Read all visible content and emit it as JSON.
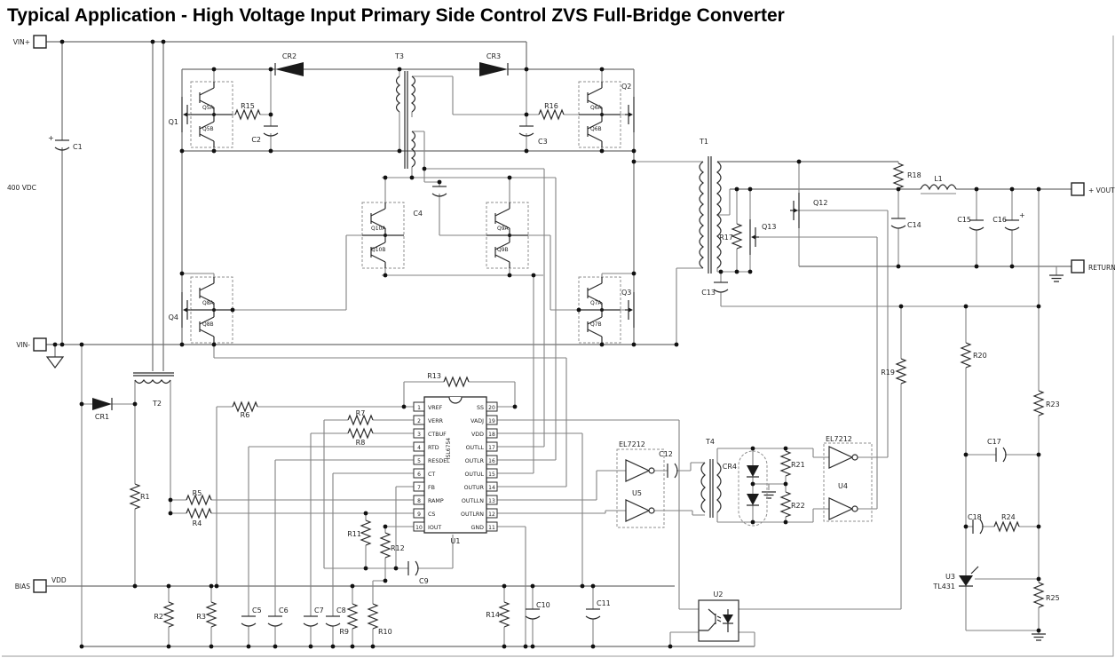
{
  "title": "Typical Application - High Voltage Input Primary Side Control ZVS Full-Bridge Converter",
  "terminals": {
    "vin_plus": "VIN+",
    "vin_minus": "VIN-",
    "bias": "BIAS",
    "vout": "+ VOUT",
    "return": "RETURN"
  },
  "nets": {
    "vdd": "VDD",
    "bulk": "400 VDC",
    "plus": "+"
  },
  "refs": {
    "c1": "C1",
    "c2": "C2",
    "c3": "C3",
    "c4": "C4",
    "c5": "C5",
    "c6": "C6",
    "c7": "C7",
    "c8": "C8",
    "c9": "C9",
    "c10": "C10",
    "c11": "C11",
    "c12": "C12",
    "c13": "C13",
    "c14": "C14",
    "c15": "C15",
    "c16": "C16",
    "c17": "C17",
    "c18": "C18",
    "r1": "R1",
    "r2": "R2",
    "r3": "R3",
    "r4": "R4",
    "r5": "R5",
    "r6": "R6",
    "r7": "R7",
    "r8": "R8",
    "r9": "R9",
    "r10": "R10",
    "r11": "R11",
    "r12": "R12",
    "r13": "R13",
    "r14": "R14",
    "r15": "R15",
    "r16": "R16",
    "r17": "R17",
    "r18": "R18",
    "r19": "R19",
    "r20": "R20",
    "r21": "R21",
    "r22": "R22",
    "r23": "R23",
    "r24": "R24",
    "r25": "R25",
    "cr1": "CR1",
    "cr2": "CR2",
    "cr3": "CR3",
    "cr4": "CR4",
    "t1": "T1",
    "t2": "T2",
    "t3": "T3",
    "t4": "T4",
    "l1": "L1",
    "q1": "Q1",
    "q2": "Q2",
    "q3": "Q3",
    "q4": "Q4",
    "q12": "Q12",
    "q13": "Q13",
    "q5a": "Q5A",
    "q5b": "Q5B",
    "q6a": "Q6A",
    "q6b": "Q6B",
    "q7a": "Q7A",
    "q7b": "Q7B",
    "q8a": "Q8A",
    "q8b": "Q8B",
    "q9a": "Q9A",
    "q9b": "Q9B",
    "q10a": "Q10A",
    "q10b": "Q10B"
  },
  "ic": {
    "ref": "U1",
    "part": "ISL6754",
    "pins_left": [
      {
        "num": "1",
        "name": "VREF"
      },
      {
        "num": "2",
        "name": "VERR"
      },
      {
        "num": "3",
        "name": "CTBUF"
      },
      {
        "num": "4",
        "name": "RTD"
      },
      {
        "num": "5",
        "name": "RESDEL"
      },
      {
        "num": "6",
        "name": "CT"
      },
      {
        "num": "7",
        "name": "FB"
      },
      {
        "num": "8",
        "name": "RAMP"
      },
      {
        "num": "9",
        "name": "CS"
      },
      {
        "num": "10",
        "name": "IOUT"
      }
    ],
    "pins_right": [
      {
        "num": "20",
        "name": "SS"
      },
      {
        "num": "19",
        "name": "VADJ"
      },
      {
        "num": "18",
        "name": "VDD"
      },
      {
        "num": "17",
        "name": "OUTLL"
      },
      {
        "num": "16",
        "name": "OUTLR"
      },
      {
        "num": "15",
        "name": "OUTUL"
      },
      {
        "num": "14",
        "name": "OUTUR"
      },
      {
        "num": "13",
        "name": "OUTLLN"
      },
      {
        "num": "12",
        "name": "OUTLRN"
      },
      {
        "num": "11",
        "name": "GND"
      }
    ]
  },
  "drivers": {
    "u5_ref": "U5",
    "u5_part": "EL7212",
    "u4_ref": "U4",
    "u4_part": "EL7212"
  },
  "regulator": {
    "ref": "U3",
    "part": "TL431"
  },
  "opto": {
    "ref": "U2"
  }
}
